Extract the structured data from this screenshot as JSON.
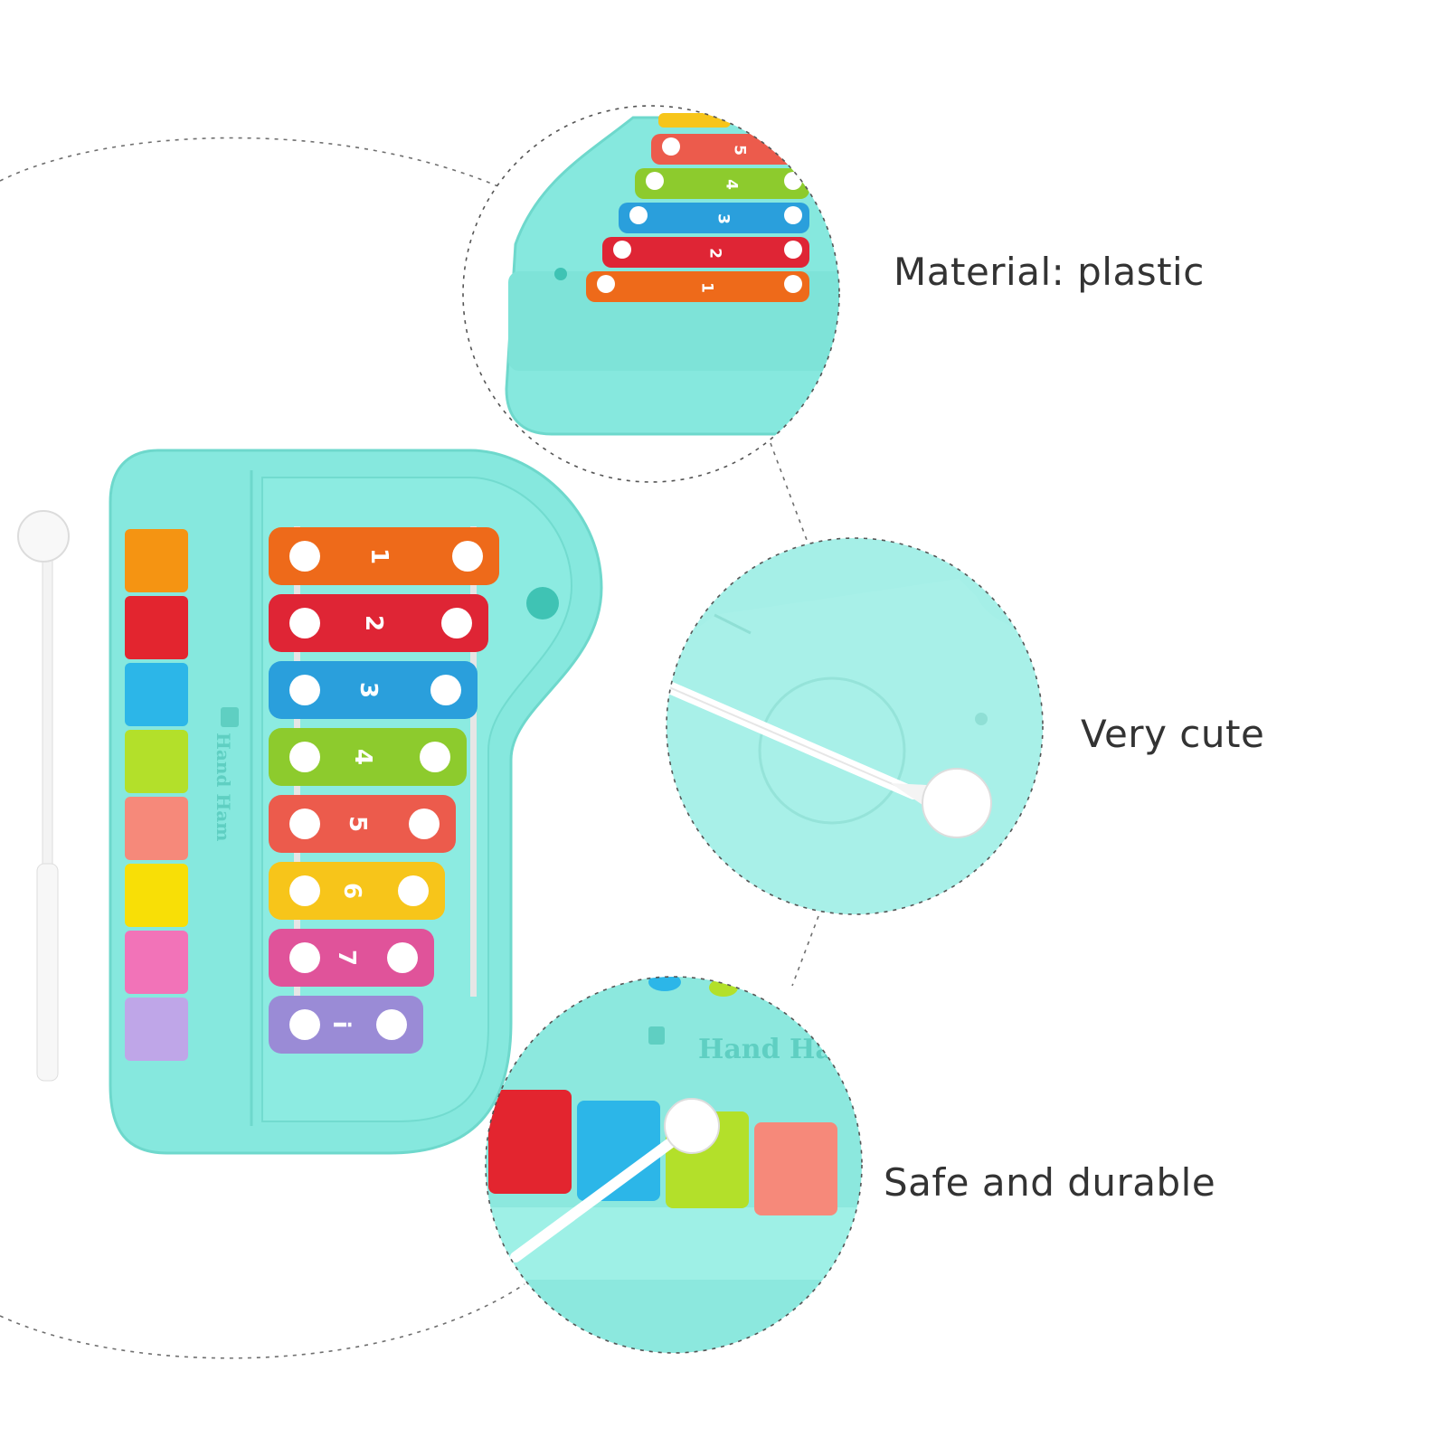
{
  "features": {
    "material": "Material: plastic",
    "cute": "Very cute",
    "safe": "Safe and durable"
  },
  "product": {
    "brand_text": "Hand Ham",
    "bar_numbers": [
      "1",
      "2",
      "3",
      "4",
      "5",
      "6",
      "7",
      "i"
    ],
    "bar_colors": [
      "#ee6a1a",
      "#df2535",
      "#2a9fdc",
      "#8dcb2d",
      "#ec5b4c",
      "#f7c51a",
      "#e0539a",
      "#9a8bd6"
    ],
    "key_colors": [
      "#f59412",
      "#e3252f",
      "#2cb6e8",
      "#b3e02a",
      "#f6897a",
      "#f8df06",
      "#f273b8",
      "#bfa6e8"
    ],
    "body_color": "#7fe5da"
  },
  "zoom_previews": {
    "top": {
      "bar_numbers": [
        "5",
        "4",
        "3",
        "2",
        "1"
      ]
    },
    "bottom": {
      "brand_text": "Hand Ham",
      "key_colors": [
        "#e3252f",
        "#2cb6e8",
        "#b3e02a",
        "#f6897a"
      ]
    }
  }
}
